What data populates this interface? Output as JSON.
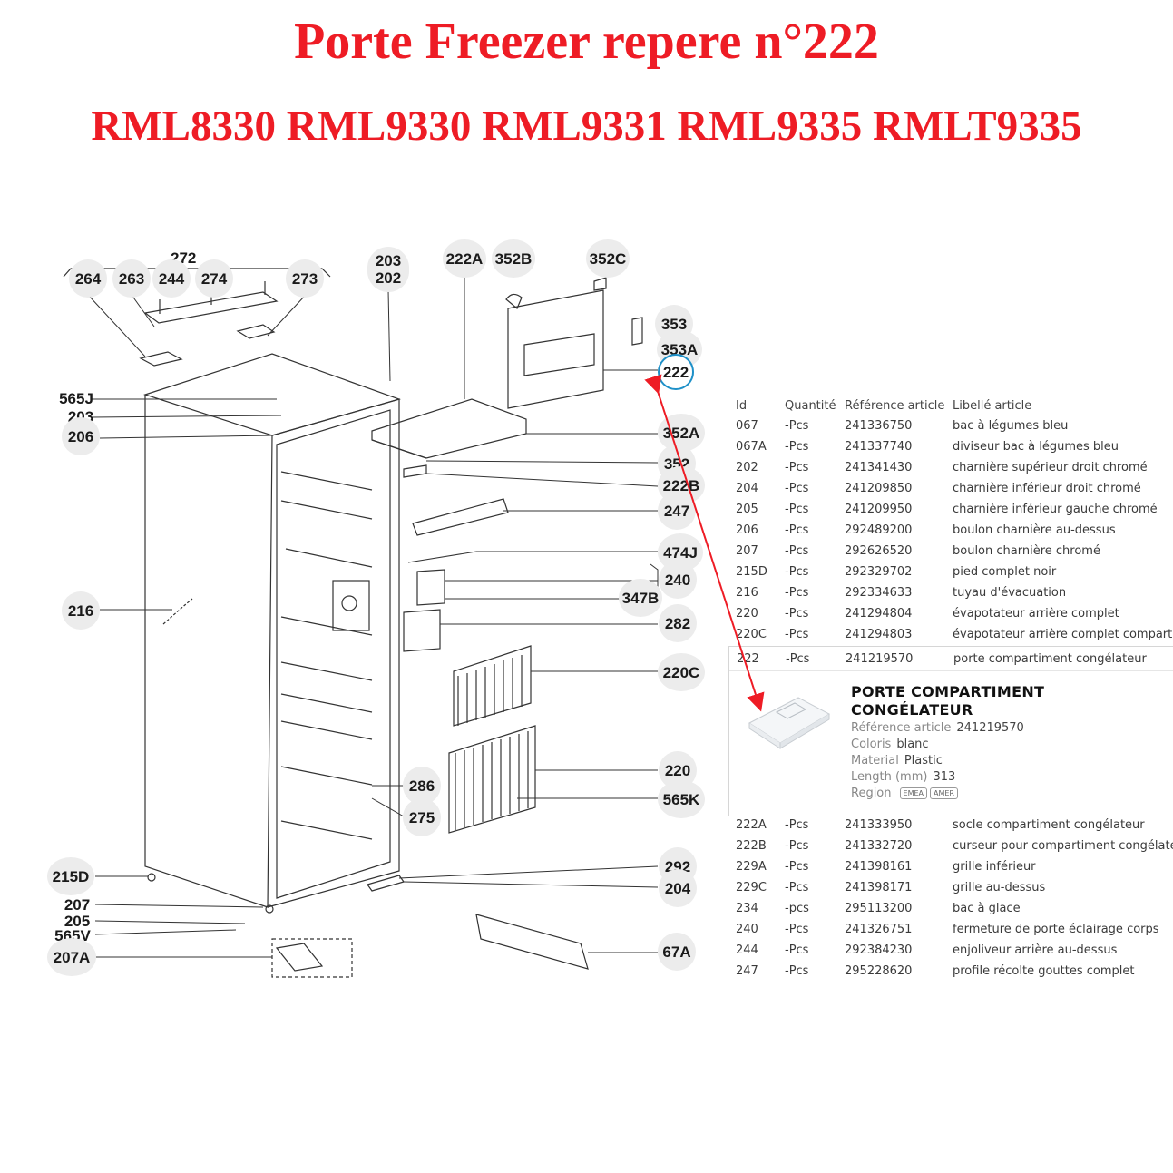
{
  "title": {
    "line1": "Porte Freezer repere n°222",
    "line2": "RML8330 RML9330 RML9331 RML9335 RMLT9335"
  },
  "colors": {
    "title": "#ee1c25",
    "arrow": "#ee1c25",
    "highlight_ring": "#1e90c8",
    "callout_bg": "#ececec"
  },
  "diagram": {
    "group_label": "272",
    "callouts": [
      "264",
      "263",
      "244",
      "274",
      "273",
      "203",
      "202",
      "222A",
      "352B",
      "352C",
      "353",
      "353A",
      "222",
      "565J",
      "203",
      "206",
      "352A",
      "352",
      "222B",
      "247",
      "474J",
      "240",
      "347B",
      "216",
      "282",
      "220C",
      "220",
      "565K",
      "286",
      "275",
      "215D",
      "292",
      "204",
      "207",
      "205",
      "565V",
      "207A",
      "67A"
    ]
  },
  "table": {
    "headers": {
      "id": "Id",
      "qty": "Quantité",
      "ref": "Référence article",
      "label": "Libellé article"
    },
    "rows_top": [
      {
        "id": "067",
        "qty": "-Pcs",
        "ref": "241336750",
        "label": "bac à légumes bleu"
      },
      {
        "id": "067A",
        "qty": "-Pcs",
        "ref": "241337740",
        "label": "diviseur bac à légumes bleu"
      },
      {
        "id": "202",
        "qty": "-Pcs",
        "ref": "241341430",
        "label": "charnière supérieur droit chromé"
      },
      {
        "id": "204",
        "qty": "-Pcs",
        "ref": "241209850",
        "label": "charnière inférieur droit chromé"
      },
      {
        "id": "205",
        "qty": "-Pcs",
        "ref": "241209950",
        "label": "charnière inférieur gauche chromé"
      },
      {
        "id": "206",
        "qty": "-Pcs",
        "ref": "292489200",
        "label": "boulon charnière au-dessus"
      },
      {
        "id": "207",
        "qty": "-Pcs",
        "ref": "292626520",
        "label": "boulon charnière chromé"
      },
      {
        "id": "215D",
        "qty": "-Pcs",
        "ref": "292329702",
        "label": "pied complet noir"
      },
      {
        "id": "216",
        "qty": "-Pcs",
        "ref": "292334633",
        "label": "tuyau d'évacuation"
      },
      {
        "id": "220",
        "qty": "-Pcs",
        "ref": "241294804",
        "label": "évapotateur arrière complet"
      },
      {
        "id": "220C",
        "qty": "-Pcs",
        "ref": "241294803",
        "label": "évapotateur arrière complet compartim"
      }
    ],
    "selected_row": {
      "id": "222",
      "qty": "-Pcs",
      "ref": "241219570",
      "label": "porte compartiment congélateur"
    },
    "detail": {
      "title_line1": "PORTE COMPARTIMENT",
      "title_line2": "CONGÉLATEUR",
      "ref_key": "Référence article",
      "ref_val": "241219570",
      "color_key": "Coloris",
      "color_val": "blanc",
      "material_key": "Material",
      "material_val": "Plastic",
      "length_key": "Length (mm)",
      "length_val": "313",
      "region_key": "Region",
      "region_badge1": "EMEA",
      "region_badge2": "AMER"
    },
    "rows_bottom": [
      {
        "id": "222A",
        "qty": "-Pcs",
        "ref": "241333950",
        "label": "socle compartiment congélateur"
      },
      {
        "id": "222B",
        "qty": "-Pcs",
        "ref": "241332720",
        "label": "curseur pour compartiment congélateu"
      },
      {
        "id": "229A",
        "qty": "-Pcs",
        "ref": "241398161",
        "label": "grille inférieur"
      },
      {
        "id": "229C",
        "qty": "-Pcs",
        "ref": "241398171",
        "label": "grille au-dessus"
      },
      {
        "id": "234",
        "qty": "-pcs",
        "ref": "295113200",
        "label": "bac à glace"
      },
      {
        "id": "240",
        "qty": "-Pcs",
        "ref": "241326751",
        "label": "fermeture de porte éclairage corps"
      },
      {
        "id": "244",
        "qty": "-Pcs",
        "ref": "292384230",
        "label": "enjoliveur arrière au-dessus"
      },
      {
        "id": "247",
        "qty": "-Pcs",
        "ref": "295228620",
        "label": "profile récolte gouttes complet"
      }
    ]
  }
}
